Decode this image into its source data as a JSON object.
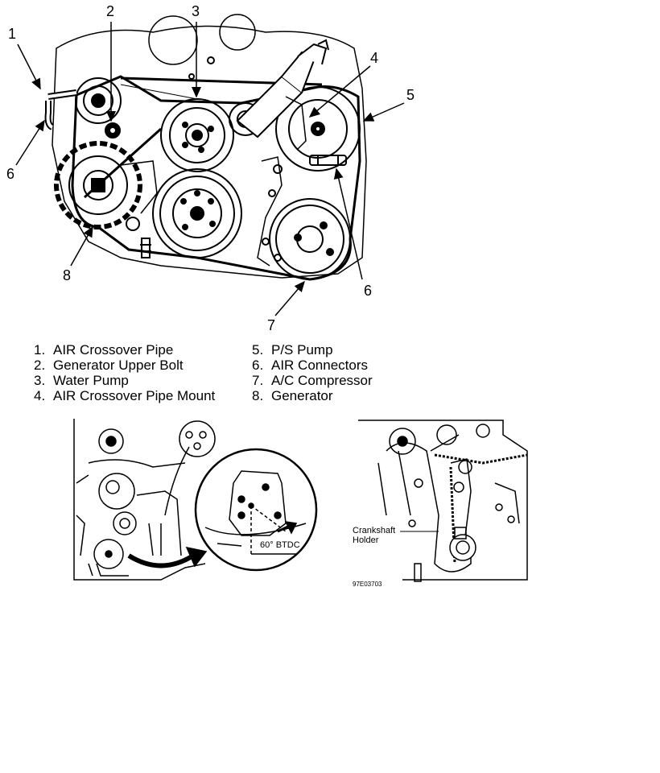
{
  "callouts": {
    "c1": "1",
    "c2": "2",
    "c3": "3",
    "c4": "4",
    "c5": "5",
    "c6a": "6",
    "c6b": "6",
    "c7": "7",
    "c8": "8"
  },
  "legend": {
    "left": [
      {
        "num": "1.",
        "label": "AIR Crossover Pipe"
      },
      {
        "num": "2.",
        "label": "Generator Upper Bolt"
      },
      {
        "num": "3.",
        "label": "Water Pump"
      },
      {
        "num": "4.",
        "label": "AIR Crossover Pipe Mount"
      }
    ],
    "right": [
      {
        "num": "5.",
        "label": "P/S Pump"
      },
      {
        "num": "6.",
        "label": "AIR Connectors"
      },
      {
        "num": "7.",
        "label": "A/C Compressor"
      },
      {
        "num": "8.",
        "label": "Generator"
      }
    ]
  },
  "bottom_left": {
    "angle_label": "60° BTDC"
  },
  "bottom_right": {
    "holder_label_1": "Crankshaft",
    "holder_label_2": "Holder",
    "code": "97E03703"
  }
}
